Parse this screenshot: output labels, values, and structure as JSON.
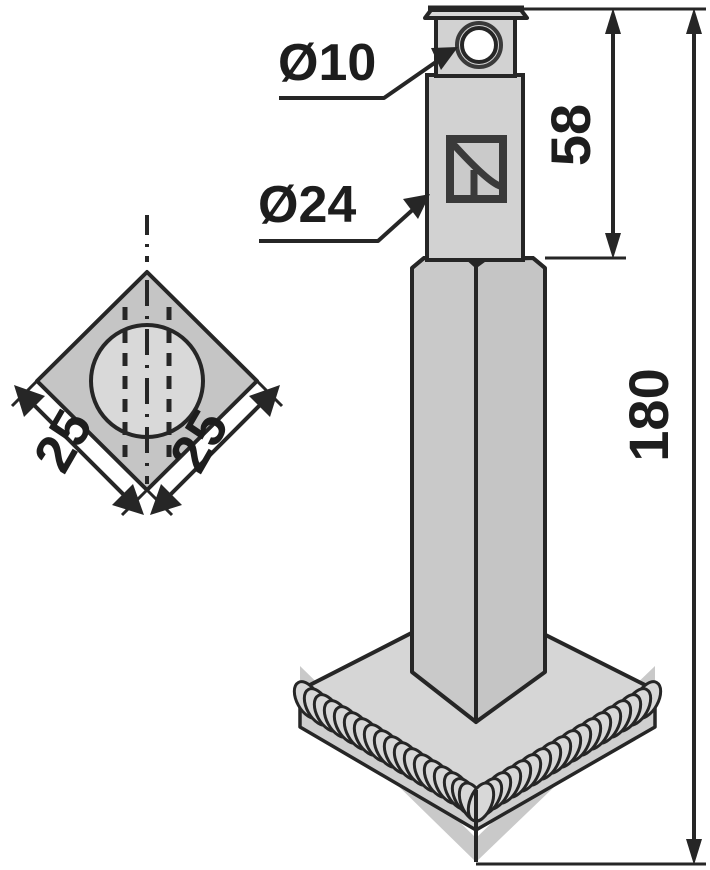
{
  "drawing": {
    "title": "Flail blade technical drawing",
    "view_main": "front-elevation",
    "view_section": "cross-section-diamond",
    "units": "mm",
    "colors": {
      "outline": "#262626",
      "face_light": "#d2d2d2",
      "face_mid": "#c7c7c7",
      "face_dark": "#b3b3b3",
      "background": "#ffffff",
      "text": "#1d1d1d"
    }
  },
  "dimensions": {
    "hole_top": {
      "label": "Ø10",
      "value": 10,
      "symbol": "Ø",
      "description": "top mounting bore diameter"
    },
    "hole_lower": {
      "label": "Ø24",
      "value": 24,
      "symbol": "Ø",
      "description": "lower bore diameter"
    },
    "height_upper": {
      "label": "58",
      "value": 58,
      "description": "shank height from top to shoulder"
    },
    "height_total": {
      "label": "180",
      "value": 180,
      "description": "overall height"
    },
    "section_left": {
      "label": "25",
      "value": 25,
      "description": "square section side, left"
    },
    "section_right": {
      "label": "25",
      "value": 25,
      "description": "square section side, right"
    }
  }
}
